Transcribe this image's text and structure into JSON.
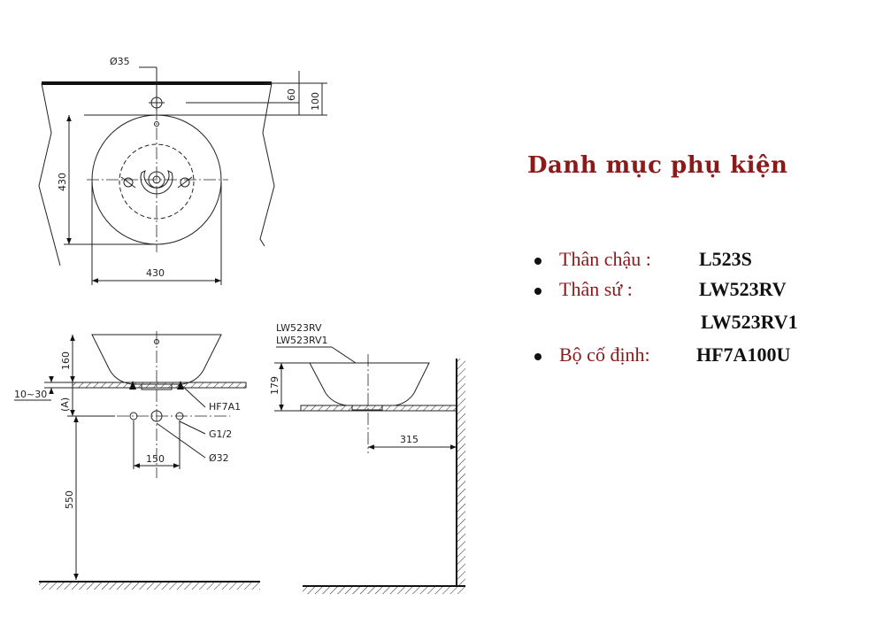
{
  "drawing": {
    "labels": {
      "hole_diameter": "Ø35",
      "dim_60": "60",
      "dim_100": "100",
      "dim_430_vertical": "430",
      "dim_430_horizontal": "430",
      "model_rv": "LW523RV",
      "model_rv1": "LW523RV1",
      "dim_160": "160",
      "dim_10_30": "10~30",
      "dim_a": "(A)",
      "hf7a1": "HF7A1",
      "g12": "G1/2",
      "dim_150": "150",
      "d32": "Ø32",
      "dim_550": "550",
      "dim_179": "179",
      "dim_315": "315"
    }
  },
  "accessories": {
    "title": "Danh mục phụ kiện",
    "items": [
      {
        "label": "Thân chậu :",
        "values": [
          "L523S"
        ]
      },
      {
        "label": "Thân sứ :",
        "values": [
          "LW523RV",
          "LW523RV1"
        ]
      },
      {
        "label": "Bộ cố định:",
        "values": [
          "HF7A100U"
        ]
      }
    ]
  }
}
